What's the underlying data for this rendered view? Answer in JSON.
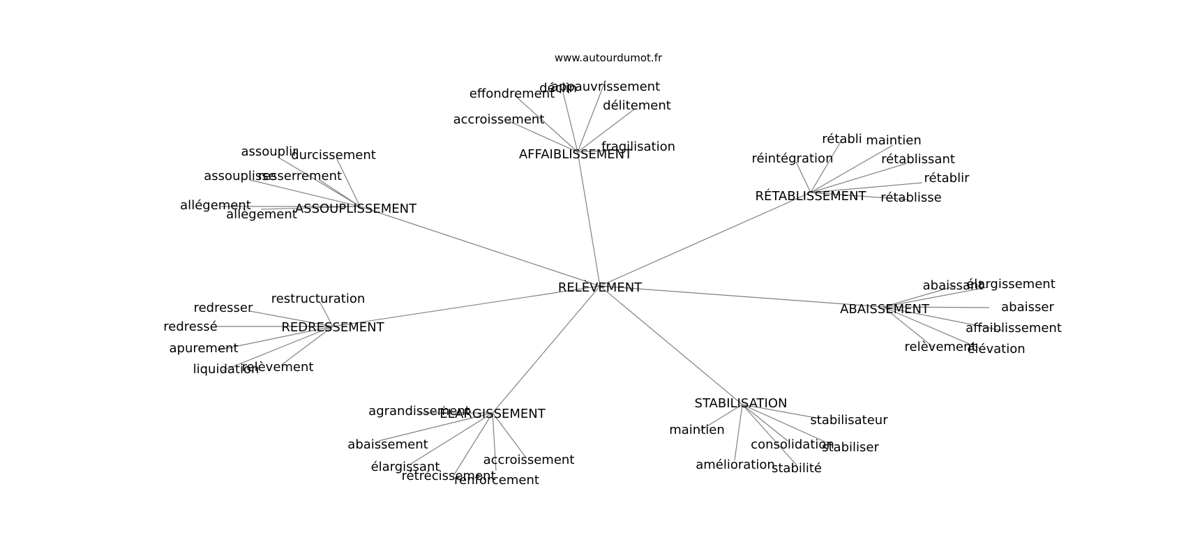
{
  "site": "www.autourdumot.fr",
  "center": {
    "id": "c",
    "label": "RELÈVEMENT"
  },
  "groups": [
    {
      "id": "g1",
      "label": "AFFAIBLISSEMENT",
      "leaves": [
        "effondrement",
        "déclin",
        "appauvrissement",
        "délitement",
        "accroissement",
        "fragilisation"
      ]
    },
    {
      "id": "g2",
      "label": "RÉTABLISSEMENT",
      "leaves": [
        "rétabli",
        "maintien",
        "réintégration",
        "rétablissant",
        "rétablir",
        "rétablisse"
      ]
    },
    {
      "id": "g3",
      "label": "ASSOUPLISSEMENT",
      "leaves": [
        "assouplir",
        "durcissement",
        "assouplisse",
        "resserrement",
        "allégement",
        "allègement"
      ]
    },
    {
      "id": "g4",
      "label": "REDRESSEMENT",
      "leaves": [
        "restructuration",
        "redresser",
        "redressé",
        "apurement",
        "liquidation",
        "relèvement"
      ]
    },
    {
      "id": "g5",
      "label": "ABAISSEMENT",
      "leaves": [
        "abaissant",
        "élargissement",
        "abaisser",
        "affaiblissement",
        "relèvement",
        "élévation"
      ]
    },
    {
      "id": "g6",
      "label": "ÉLARGISSEMENT",
      "leaves": [
        "agrandissement",
        "abaissement",
        "élargissant",
        "rétrécissement",
        "accroissement",
        "renforcement"
      ]
    },
    {
      "id": "g7",
      "label": "STABILISATION",
      "leaves": [
        "maintien",
        "stabilisateur",
        "consolidation",
        "stabiliser",
        "amélioration",
        "stabilité"
      ]
    }
  ]
}
